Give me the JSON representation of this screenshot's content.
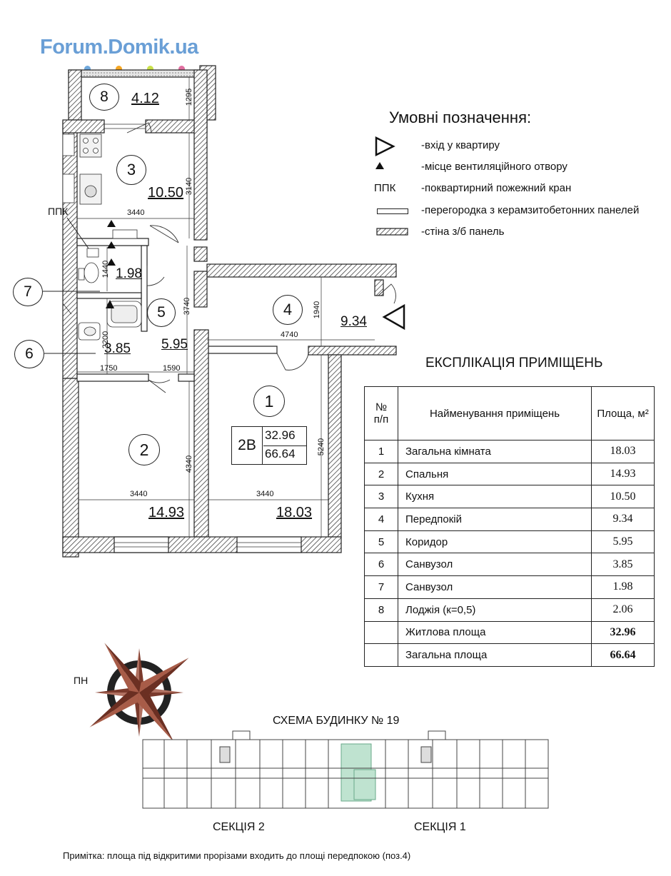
{
  "watermark": {
    "text": "Forum.Domik.ua",
    "dot_colors": [
      "#6fa8dc",
      "#f5a623",
      "#c9e04a",
      "#e06fa0"
    ]
  },
  "plan": {
    "apartment_type": "2B",
    "living_area": "32.96",
    "total_area": "66.64",
    "room_numbers": [
      "1",
      "2",
      "3",
      "4",
      "5",
      "6",
      "7",
      "8"
    ],
    "room_areas": {
      "r1": "18.03",
      "r2": "14.93",
      "r3": "10.50",
      "r4": "9.34",
      "r5": "5.95",
      "r6": "3.85",
      "r7": "1.98",
      "r8": "4.12"
    },
    "dimensions": {
      "d1295": "1295",
      "d3140": "3140",
      "d3440a": "3440",
      "d1440": "1440",
      "d3740": "3740",
      "d2200": "2200",
      "d1750": "1750",
      "d1590": "1590",
      "d1940": "1940",
      "d4740": "4740",
      "d4340": "4340",
      "d5240": "5240",
      "d3440b": "3440",
      "d3440c": "3440"
    },
    "ppk_label": "ППК"
  },
  "legend": {
    "title": "Умовні позначення:",
    "items": [
      {
        "symbol": "entrance-triangle",
        "text": "-вхід у квартиру"
      },
      {
        "symbol": "vent-triangle",
        "text": "-місце вентиляційного отвору"
      },
      {
        "symbol_text": "ППК",
        "text": "-поквартирний пожежний кран"
      },
      {
        "symbol": "partition-rect",
        "text": "-перегородка з керамзитобетонних панелей"
      },
      {
        "symbol": "hatched-rect",
        "text": "-стіна з/б панель"
      }
    ]
  },
  "explication": {
    "title": "ЕКСПЛІКАЦІЯ ПРИМІЩЕНЬ",
    "headers": {
      "num_1": "№",
      "num_2": "п/п",
      "name": "Найменування приміщень",
      "area": "Площа, м²"
    },
    "rows": [
      {
        "num": "1",
        "name": "Загальна кімната",
        "area": "18.03"
      },
      {
        "num": "2",
        "name": "Спальня",
        "area": "14.93"
      },
      {
        "num": "3",
        "name": "Кухня",
        "area": "10.50"
      },
      {
        "num": "4",
        "name": "Передпокій",
        "area": "9.34"
      },
      {
        "num": "5",
        "name": "Коридор",
        "area": "5.95"
      },
      {
        "num": "6",
        "name": "Санвузол",
        "area": "3.85"
      },
      {
        "num": "7",
        "name": "Санвузол",
        "area": "1.98"
      },
      {
        "num": "8",
        "name": "Лоджія (к=0,5)",
        "area": "2.06"
      }
    ],
    "living": {
      "name": "Житлова площа",
      "area": "32.96"
    },
    "total": {
      "name": "Загальна площа",
      "area": "66.64"
    }
  },
  "compass": {
    "label": "ПН",
    "color": "#7a3a2c"
  },
  "scheme": {
    "title": "СХЕМА БУДИНКУ № 19",
    "section_2": "СЕКЦІЯ 2",
    "section_1": "СЕКЦІЯ 1",
    "highlight_color": "#bfe3d0"
  },
  "note": "Примітка: площа під відкритими прорізами входить до площі передпокою (поз.4)"
}
